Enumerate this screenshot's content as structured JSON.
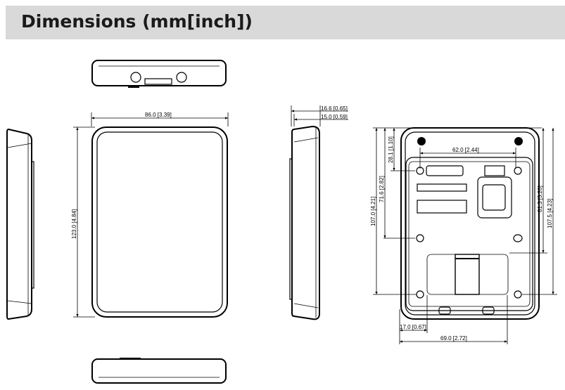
{
  "header": {
    "title": "Dimensions (mm[inch])",
    "background": "#d9d9d9"
  },
  "dimensions": {
    "front_width": "86.0  [3.39]",
    "front_height": "123.0  [4.84]",
    "side_depth_total": "16.6  [0.65]",
    "side_depth_body": "15.0  [0.59]",
    "back_hole_spacing": "62.0  [2.44]",
    "back_top_hole": "28.1  [1.10]",
    "back_mid_hole": "71.6  [2.82]",
    "back_left_height": "107.0  [4.21]",
    "back_right_inner": "81.3  [3.20]",
    "back_right_height": "107.5  [4.23]",
    "back_left_offset": "17.0  [0.67]",
    "back_width": "69.0  [2.72]"
  }
}
